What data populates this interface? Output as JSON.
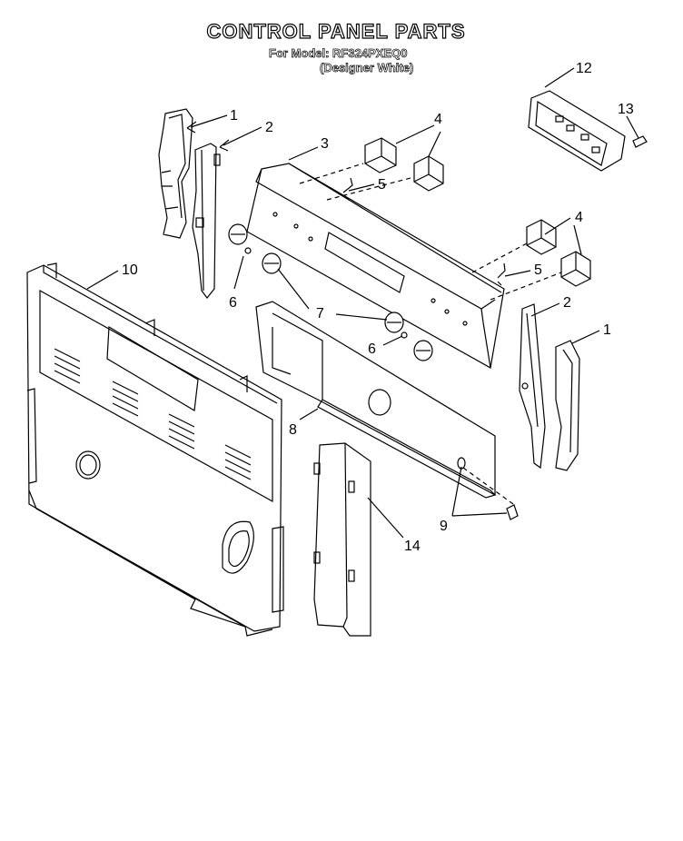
{
  "header": {
    "title": "CONTROL PANEL PARTS",
    "model_line": "For Model: RF324PXEQ0",
    "color_line": "(Designer White)"
  },
  "callouts": {
    "c1a": "1",
    "c1b": "1",
    "c2a": "2",
    "c2b": "2",
    "c3": "3",
    "c4a": "4",
    "c4b": "4",
    "c5a": "5",
    "c5b": "5",
    "c6a": "6",
    "c6b": "6",
    "c7": "7",
    "c8": "8",
    "c9": "9",
    "c10": "10",
    "c12": "12",
    "c13": "13",
    "c14": "14"
  }
}
